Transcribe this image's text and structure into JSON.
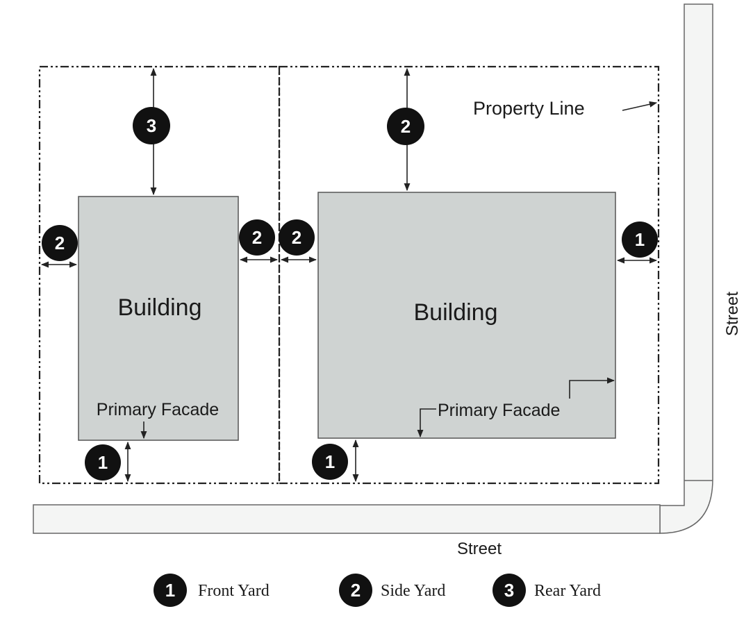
{
  "buildings": [
    {
      "title": "Building",
      "facade_label": "Primary Facade"
    },
    {
      "title": "Building",
      "facade_label": "Primary Facade"
    }
  ],
  "property_line_label": "Property Line",
  "streets": {
    "bottom": "Street",
    "right": "Street"
  },
  "badges": {
    "lot1_rear": "3",
    "lot1_side_left": "2",
    "lot1_side_right": "2",
    "lot1_front": "1",
    "lot2_side_top": "2",
    "lot2_side_left": "2",
    "lot2_front_right": "1",
    "lot2_front_bottom": "1"
  },
  "legend": [
    {
      "number": "1",
      "label": "Front Yard"
    },
    {
      "number": "2",
      "label": "Side Yard"
    },
    {
      "number": "3",
      "label": "Rear Yard"
    }
  ]
}
